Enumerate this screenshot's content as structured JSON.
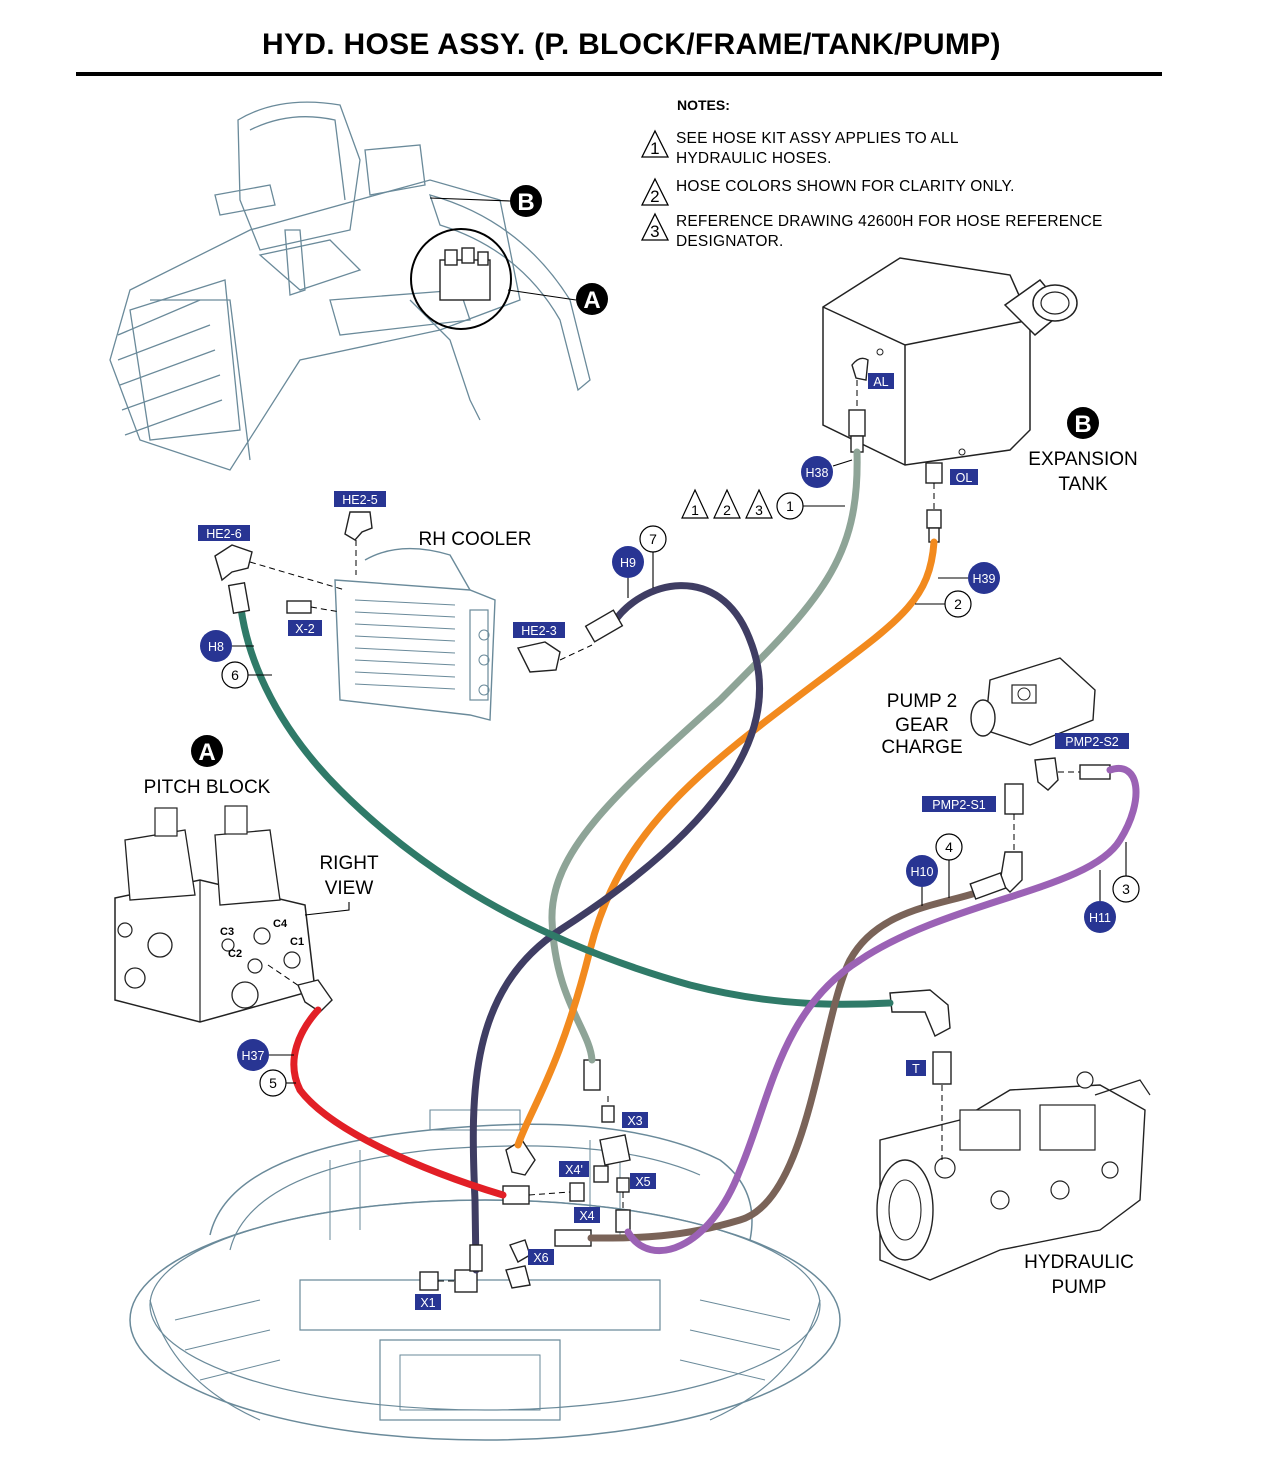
{
  "title": "HYD. HOSE ASSY. (P. BLOCK/FRAME/TANK/PUMP)",
  "notes": {
    "heading": "NOTES:",
    "items": [
      {
        "num": "1",
        "line1": "SEE HOSE KIT ASSY APPLIES TO ALL",
        "line2": "HYDRAULIC HOSES."
      },
      {
        "num": "2",
        "line1": "HOSE COLORS SHOWN FOR CLARITY ONLY.",
        "line2": ""
      },
      {
        "num": "3",
        "line1": "REFERENCE DRAWING 42600H FOR HOSE REFERENCE",
        "line2": "DESIGNATOR."
      }
    ]
  },
  "components": {
    "rh_cooler": "RH COOLER",
    "expansion_tank": [
      "EXPANSION",
      "TANK"
    ],
    "pitch_block": "PITCH BLOCK",
    "right_view": [
      "RIGHT",
      "VIEW"
    ],
    "pump2": [
      "PUMP 2",
      "GEAR",
      "CHARGE"
    ],
    "hydraulic_pump": [
      "HYDRAULIC",
      "PUMP"
    ]
  },
  "detail_markers": [
    "A",
    "B"
  ],
  "port_tags": [
    "AL",
    "OL",
    "HE2-5",
    "HE2-6",
    "X-2",
    "HE2-3",
    "PMP2-S2",
    "PMP2-S1",
    "T",
    "X3",
    "X4'",
    "X5",
    "X4",
    "X6",
    "X1"
  ],
  "hose_badges": [
    "H38",
    "H9",
    "H39",
    "H8",
    "H10",
    "H11",
    "H37"
  ],
  "callouts": [
    "1",
    "7",
    "2",
    "6",
    "4",
    "3",
    "5"
  ],
  "note_refs": [
    "1",
    "2",
    "3"
  ],
  "hoses": [
    {
      "id": "H38",
      "color": "#8ea497"
    },
    {
      "id": "H39",
      "color": "#f28a1e"
    },
    {
      "id": "H9",
      "color": "#3f3d63"
    },
    {
      "id": "H8",
      "color": "#2f7a68"
    },
    {
      "id": "H10",
      "color": "#7a6358"
    },
    {
      "id": "H11",
      "color": "#9b62b5"
    },
    {
      "id": "H37",
      "color": "#e21f26"
    }
  ],
  "colors": {
    "badge": "#283593",
    "tag": "#283593",
    "line_art": "#6a8a9a"
  }
}
